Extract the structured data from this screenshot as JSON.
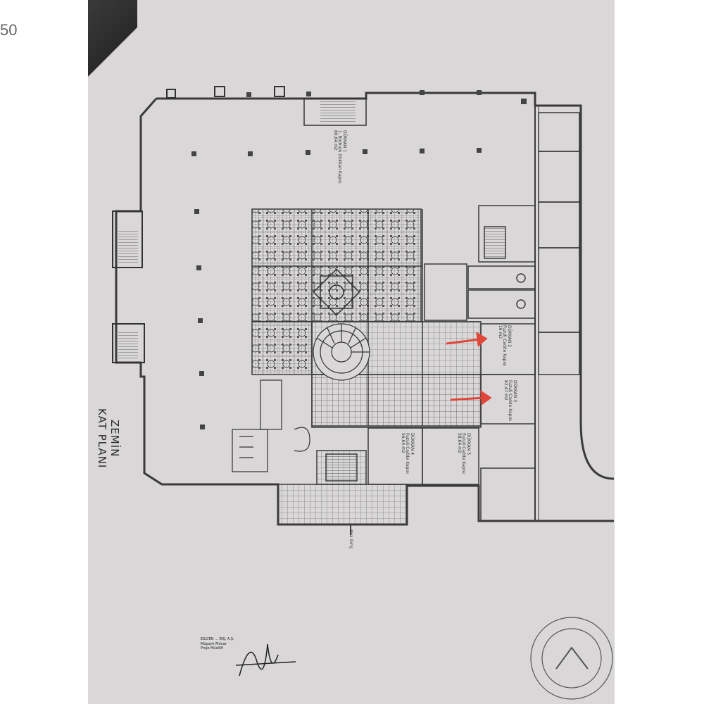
{
  "corner_number": "50",
  "title": {
    "line1": "ZEMİN",
    "line2": "KAT PLANI"
  },
  "rooms": [
    {
      "name": "DÜKKAN 1",
      "area": "1. Bodrum Dükkan Kapısı",
      "size": "60,64 m2"
    },
    {
      "name": "DÜKKAN 2",
      "area": "Fuzuli Cadde Kapısı",
      "size": "16 m2"
    },
    {
      "name": "DÜKKAN 3",
      "area": "Fuzuli Cadde Kapısı",
      "size": "82,47 m2"
    },
    {
      "name": "DÜKKAN 4",
      "area": "Fuzuli Cadde Kapısı",
      "size": "56,64 m2"
    },
    {
      "name": "DÜKKAN 5",
      "area": "Fuzuli Cadde Kapısı",
      "size": "58,64 m2"
    }
  ],
  "entrance_label": "Ana Giriş",
  "stamp": {
    "company": "ESLYEN ... İNŞ. A.Ş.",
    "line2": "Müşavir Mimar",
    "line3": "Proje Müellifi"
  },
  "colors": {
    "paper": "#d9d7d8",
    "ink": "#3a3a3a",
    "arrow": "#e0463a"
  }
}
